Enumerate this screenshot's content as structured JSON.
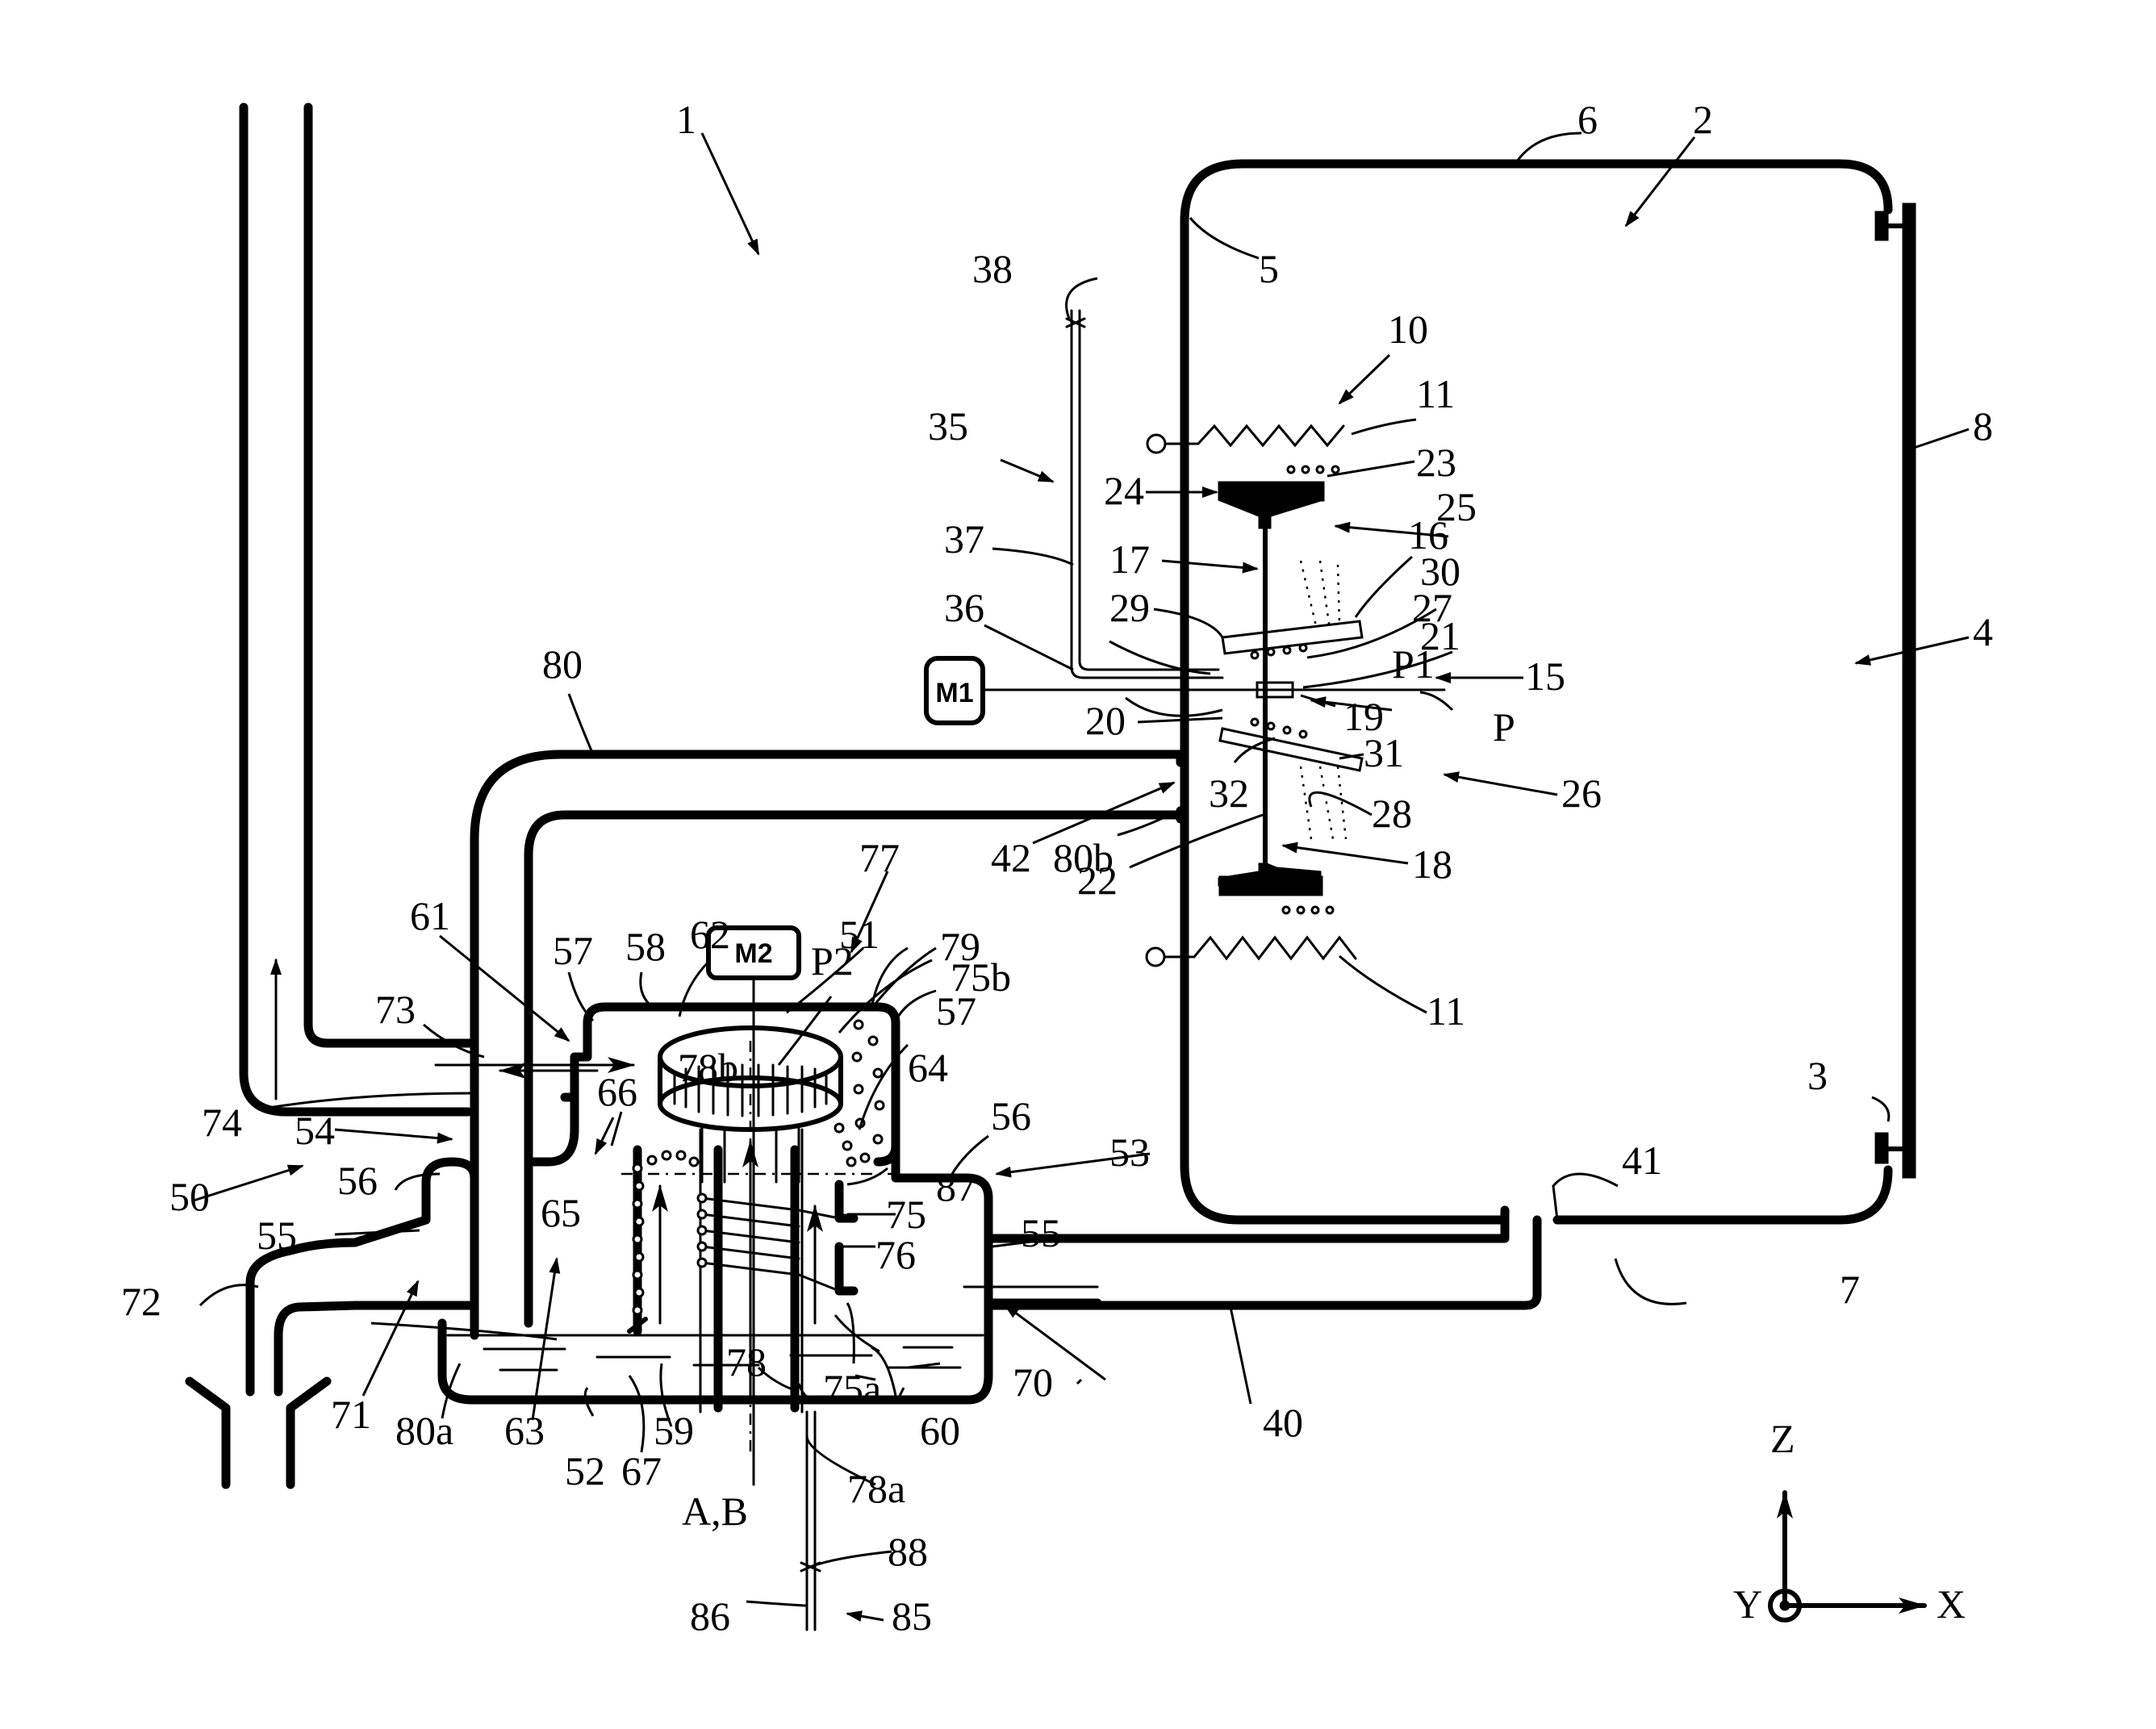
{
  "boxes": {
    "m1": "M1",
    "m2": "M2"
  },
  "labels": {
    "l1": "1",
    "l2": "2",
    "l3": "3",
    "l4": "4",
    "l5": "5",
    "l6": "6",
    "l7": "7",
    "l8": "8",
    "l10": "10",
    "l11a": "11",
    "l11b": "11",
    "l15": "15",
    "l16": "16",
    "l17": "17",
    "l18": "18",
    "l19": "19",
    "l20": "20",
    "l21": "21",
    "l22": "22",
    "l23": "23",
    "l24": "24",
    "l25": "25",
    "l26": "26",
    "l27": "27",
    "l28": "28",
    "l29": "29",
    "l30": "30",
    "l31": "31",
    "l32": "32",
    "l35": "35",
    "l36": "36",
    "l37": "37",
    "l38": "38",
    "l40": "40",
    "l41": "41",
    "l42": "42",
    "l50": "50",
    "l51": "51",
    "l52": "52",
    "l53": "53",
    "l54": "54",
    "l55a": "55",
    "l55b": "55",
    "l56a": "56",
    "l56b": "56",
    "l57a": "57",
    "l57b": "57",
    "l58": "58",
    "l59": "59",
    "l60": "60",
    "l61": "61",
    "l62": "62",
    "l63": "63",
    "l64": "64",
    "l65": "65",
    "l66": "66",
    "l67": "67",
    "l70": "70",
    "l71": "71",
    "l72": "72",
    "l73": "73",
    "l74": "74",
    "l75": "75",
    "l75a": "75a",
    "l75b": "75b",
    "l76": "76",
    "l77": "77",
    "l78": "78",
    "l78a": "78a",
    "l78b": "78b",
    "l79": "79",
    "l80": "80",
    "l80a": "80a",
    "l80b": "80b",
    "l85": "85",
    "l86": "86",
    "l87": "87",
    "l88": "88",
    "lP": "P",
    "lP1": "P1",
    "lP2": "P2",
    "lAB": "A,B"
  },
  "axes": {
    "z": "Z",
    "x": "X",
    "y": "Y"
  }
}
